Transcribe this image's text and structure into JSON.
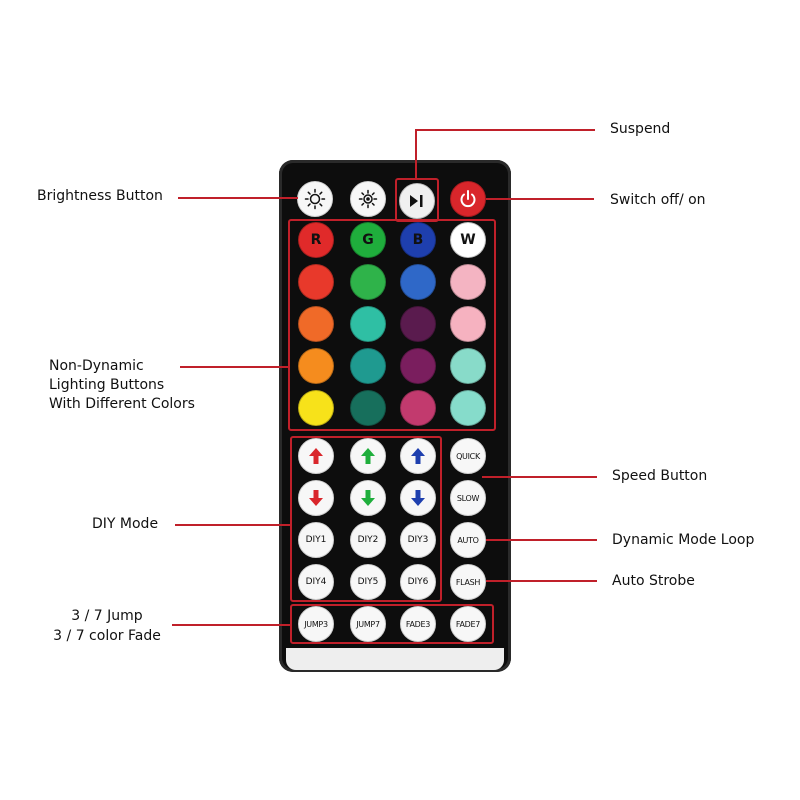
{
  "labels": {
    "suspend": "Suspend",
    "switch": "Switch off/ on",
    "brightness": "Brightness Button",
    "non_dynamic_1": "Non-Dynamic",
    "non_dynamic_2": "Lighting Buttons",
    "non_dynamic_3": "With Different Colors",
    "speed": "Speed Button",
    "diy_mode": "DIY Mode",
    "dynamic_loop": "Dynamic Mode Loop",
    "auto_strobe": "Auto Strobe",
    "jump": "3 / 7 Jump",
    "fade": "3 / 7 color Fade"
  },
  "buttons": {
    "r": "R",
    "g": "G",
    "b": "B",
    "w": "W",
    "quick": "QUICK",
    "slow": "SLOW",
    "auto": "AUTO",
    "flash": "FLASH",
    "diy1": "DIY1",
    "diy2": "DIY2",
    "diy3": "DIY3",
    "diy4": "DIY4",
    "diy5": "DIY5",
    "diy6": "DIY6",
    "jump3": "JUMP3",
    "jump7": "JUMP7",
    "fade3": "FADE3",
    "fade7": "FADE7"
  },
  "colors": {
    "accent_line": "#c0202a",
    "grid_rows": [
      [
        "#e02a2a",
        "#1fae3c",
        "#1e3fae",
        "#ffffff"
      ],
      [
        "#e8392b",
        "#2fb34a",
        "#2f68c8",
        "#f4b4c2"
      ],
      [
        "#f06a28",
        "#2fbfa4",
        "#5a1b4e",
        "#f6b2c0"
      ],
      [
        "#f58c1e",
        "#1f9a90",
        "#7a1e5e",
        "#88dbc9"
      ],
      [
        "#f7e21a",
        "#176f5c",
        "#c23a6e",
        "#86dccb"
      ]
    ]
  }
}
